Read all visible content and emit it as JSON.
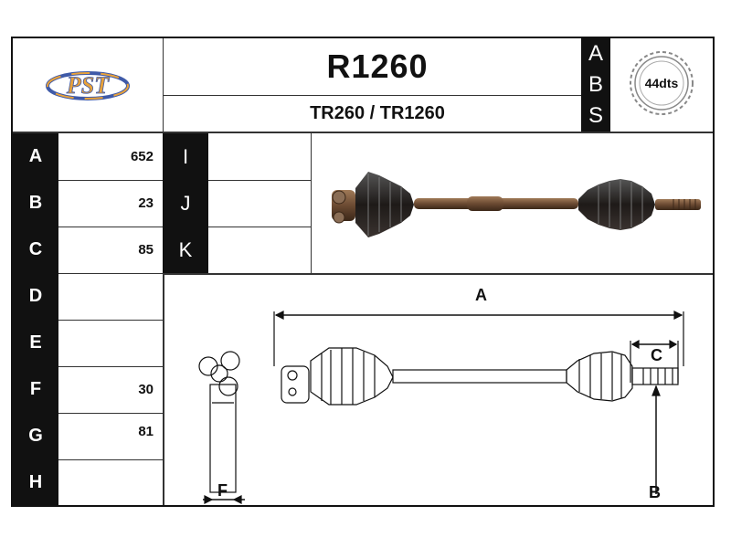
{
  "header": {
    "logo_text": "PST",
    "part_number": "R1260",
    "references": "TR260 / TR1260",
    "abs_letters": [
      "A",
      "B",
      "S"
    ],
    "abs_value": "44dts"
  },
  "dimensions": [
    {
      "label": "A",
      "value": "652"
    },
    {
      "label": "B",
      "value": "23"
    },
    {
      "label": "C",
      "value": "85"
    },
    {
      "label": "D",
      "value": ""
    },
    {
      "label": "E",
      "value": ""
    },
    {
      "label": "F",
      "value": "30"
    },
    {
      "label": "G",
      "value": "81"
    },
    {
      "label": "H",
      "value": ""
    }
  ],
  "extra_dimensions": [
    {
      "label": "I",
      "value": ""
    },
    {
      "label": "J",
      "value": ""
    },
    {
      "label": "K",
      "value": ""
    }
  ],
  "diagram_labels": {
    "a": "A",
    "b": "B",
    "c": "C",
    "f": "F"
  },
  "colors": {
    "cell_black": "#111111",
    "shaft_brown": "#6b4a32",
    "logo_orange": "#e8a23a",
    "logo_blue": "#3f5aa8"
  }
}
